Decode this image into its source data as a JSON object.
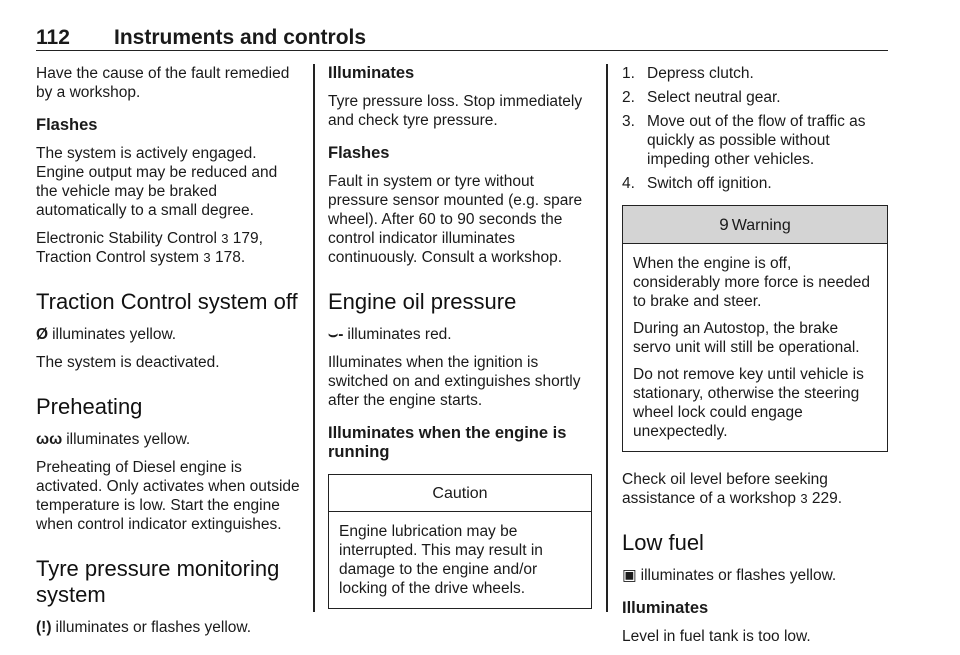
{
  "header": {
    "page_number": "112",
    "title": "Instruments and controls"
  },
  "col1": {
    "p_fault": "Have the cause of the fault remedied by a workshop.",
    "flashes_heading": "Flashes",
    "p_flashes": "The system is actively engaged. Engine output may be reduced and the vehicle may be braked automatically to a small degree.",
    "p_refs_a": "Electronic Stability Control",
    "ref_esc": "179,",
    "p_refs_b": "Traction Control system",
    "ref_tc": "178.",
    "tc_off_heading": "Traction Control system off",
    "tc_off_icon": "Ø",
    "tc_off_text": "illuminates yellow.",
    "tc_off_p": "The system is deactivated.",
    "preheat_heading": "Preheating",
    "preheat_icon": "ωω",
    "preheat_text": "illuminates yellow.",
    "preheat_p": "Preheating of Diesel engine is activated. Only activates when outside temperature is low. Start the engine when control indicator extinguishes.",
    "tpms_heading": "Tyre pressure monitoring system",
    "tpms_icon": "(!)",
    "tpms_text": "illuminates or flashes yellow."
  },
  "col2": {
    "illum_heading": "Illuminates",
    "illum_p": "Tyre pressure loss. Stop immediately and check tyre pressure.",
    "flashes_heading": "Flashes",
    "flashes_p": "Fault in system or tyre without pressure sensor mounted (e.g. spare wheel). After 60 to 90 seconds the control indicator illuminates continuously. Consult a workshop.",
    "oil_heading": "Engine oil pressure",
    "oil_icon": "⌣‐",
    "oil_text": "illuminates red.",
    "oil_p": "Illuminates when the ignition is switched on and extinguishes shortly after the engine starts.",
    "running_heading": "Illuminates when the engine is running",
    "caution_title": "Caution",
    "caution_p": "Engine lubrication may be interrupted. This may result in damage to the engine and/or locking of the drive wheels."
  },
  "col3": {
    "steps": [
      {
        "n": "1.",
        "text": "Depress clutch."
      },
      {
        "n": "2.",
        "text": "Select neutral gear."
      },
      {
        "n": "3.",
        "text": "Move out of the flow of traffic as quickly as possible without impeding other vehicles."
      },
      {
        "n": "4.",
        "text": "Switch off ignition."
      }
    ],
    "warning_symbol": "9",
    "warning_title": "Warning",
    "warning_p1": "When the engine is off, considerably more force is needed to brake and steer.",
    "warning_p2": "During an Autostop, the brake servo unit will still be operational.",
    "warning_p3": "Do not remove key until vehicle is stationary, otherwise the steering wheel lock could engage unexpectedly.",
    "oil_check_p": "Check oil level before seeking assistance of a workshop",
    "ref_oil": "229.",
    "lowfuel_heading": "Low fuel",
    "lowfuel_icon": "▣",
    "lowfuel_text": "illuminates or flashes yellow.",
    "illum_heading": "Illuminates",
    "illum_p": "Level in fuel tank is too low."
  },
  "xref_glyph": "3"
}
